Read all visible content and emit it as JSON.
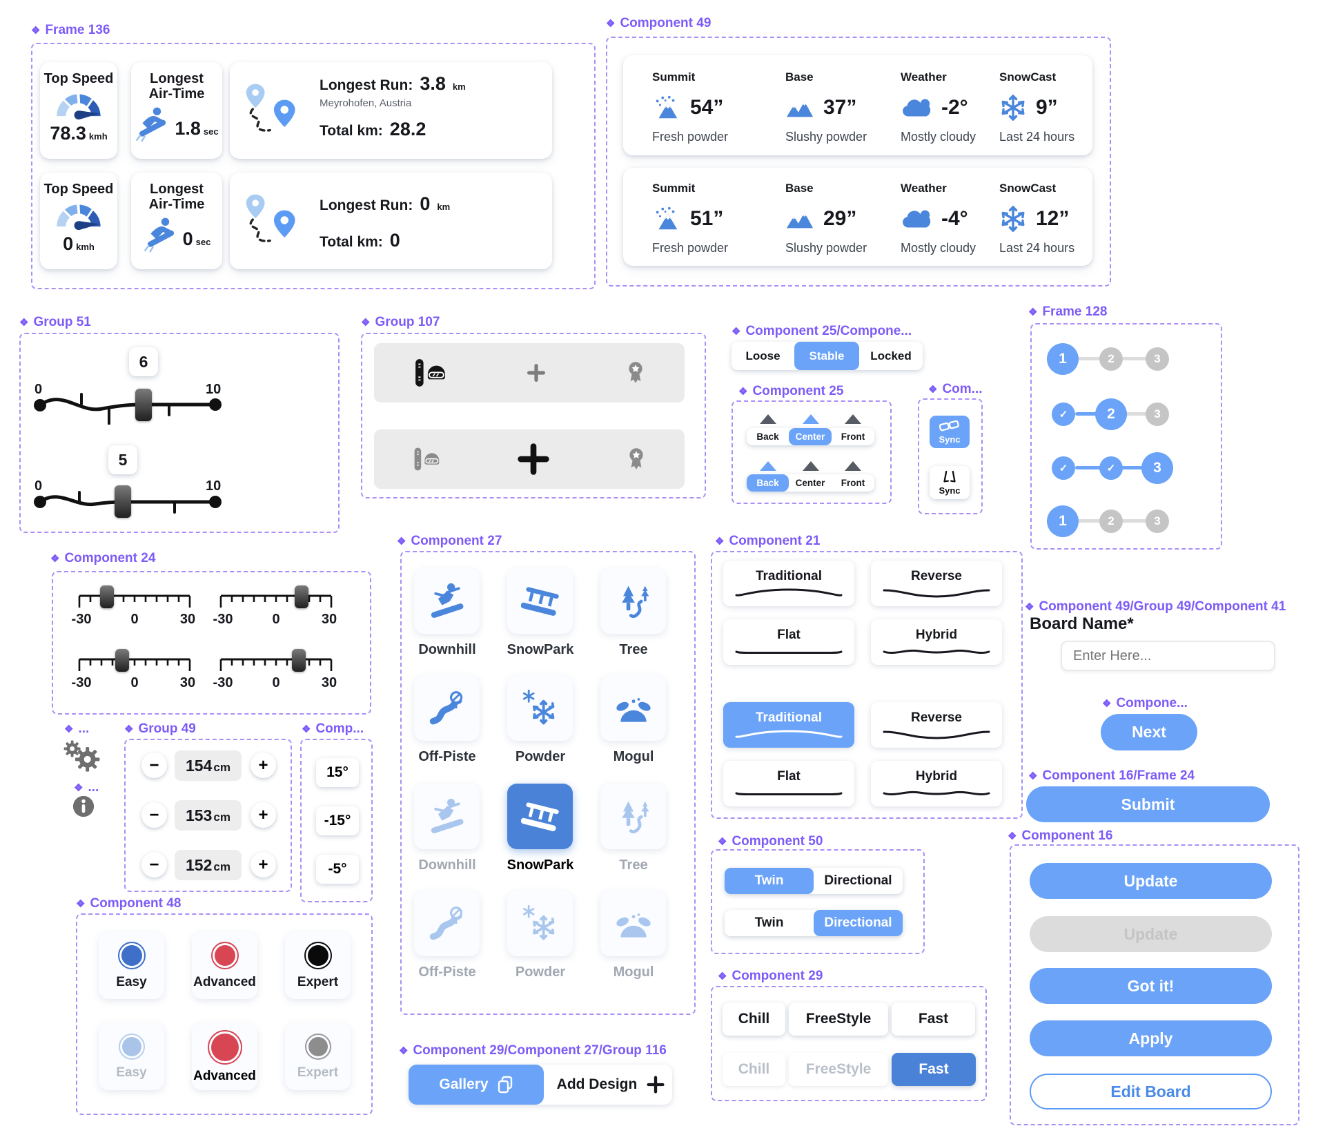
{
  "colors": {
    "primary_blue": "#6aa3f7",
    "dark_blue": "#4a82d8",
    "icon_blue": "#4a86db",
    "faded_blue": "#a9c6ee",
    "label_purple": "#7d5bf7",
    "red": "#d84653"
  },
  "sections": {
    "frame136": "Frame 136",
    "component49": "Component 49",
    "group51": "Group 51",
    "group107": "Group 107",
    "component25_compone": "Component 25/Compone...",
    "component25": "Component 25",
    "com": "Com...",
    "frame128": "Frame 128",
    "component24": "Component 24",
    "component27": "Component 27",
    "component21": "Component 21",
    "board_path": "Component 49/Group 49/Component 41",
    "compone": "Compone...",
    "component16_frame24": "Component 16/Frame 24",
    "component16": "Component 16",
    "ellipsis1": "...",
    "ellipsis2": "...",
    "group49": "Group 49",
    "comp": "Comp...",
    "component48": "Component 48",
    "component50": "Component 50",
    "component29": "Component 29",
    "gallery_path": "Component 29/Component 27/Group 116"
  },
  "stats": {
    "rows": [
      {
        "speed_title": "Top Speed",
        "speed_value": "78.3",
        "speed_unit": "kmh",
        "air_title": "Longest Air-Time",
        "air_value": "1.8",
        "air_unit": "sec",
        "run_label": "Longest Run:",
        "run_value": "3.8",
        "run_unit": "km",
        "run_location": "Meyrohofen, Austria",
        "total_label": "Total km:",
        "total_value": "28.2"
      },
      {
        "speed_title": "Top Speed",
        "speed_value": "0",
        "speed_unit": "kmh",
        "air_title": "Longest Air-Time",
        "air_value": "0",
        "air_unit": "sec",
        "run_label": "Longest Run:",
        "run_value": "0",
        "run_unit": "km",
        "total_label": "Total km:",
        "total_value": "0"
      }
    ]
  },
  "weather": {
    "rows": [
      {
        "summit": {
          "label": "Summit",
          "value": "54”",
          "caption": "Fresh powder"
        },
        "base": {
          "label": "Base",
          "value": "37”",
          "caption": "Slushy powder"
        },
        "weather": {
          "label": "Weather",
          "value": "-2°",
          "caption": "Mostly cloudy"
        },
        "snowcast": {
          "label": "SnowCast",
          "value": "9”",
          "caption": "Last 24 hours"
        }
      },
      {
        "summit": {
          "label": "Summit",
          "value": "51”",
          "caption": "Fresh powder"
        },
        "base": {
          "label": "Base",
          "value": "29”",
          "caption": "Slushy powder"
        },
        "weather": {
          "label": "Weather",
          "value": "-4°",
          "caption": "Mostly cloudy"
        },
        "snowcast": {
          "label": "SnowCast",
          "value": "12”",
          "caption": "Last 24 hours"
        }
      }
    ]
  },
  "group51": {
    "sliders": [
      {
        "value": "6",
        "min": "0",
        "max": "10"
      },
      {
        "value": "5",
        "min": "0",
        "max": "10"
      }
    ]
  },
  "loose_control": {
    "options": [
      "Loose",
      "Stable",
      "Locked"
    ]
  },
  "stance": {
    "rows": [
      {
        "options": [
          "Back",
          "Center",
          "Front"
        ]
      },
      {
        "options": [
          "Back",
          "Center",
          "Front"
        ]
      }
    ]
  },
  "sync": {
    "active_label": "Sync",
    "inactive_label": "Sync"
  },
  "frame128": {
    "rows": [
      [
        "1",
        "2",
        "3"
      ],
      [
        "✓",
        "2",
        "3"
      ],
      [
        "✓",
        "✓",
        "3"
      ],
      [
        "1",
        "2",
        "3"
      ]
    ]
  },
  "component24": {
    "sliders": [
      {
        "min": "-30",
        "mid": "0",
        "max": "30"
      },
      {
        "min": "-30",
        "mid": "0",
        "max": "30"
      },
      {
        "min": "-30",
        "mid": "0",
        "max": "30"
      },
      {
        "min": "-30",
        "mid": "0",
        "max": "30"
      }
    ]
  },
  "component27": {
    "rows": [
      {
        "items": [
          {
            "label": "Downhill"
          },
          {
            "label": "SnowPark"
          },
          {
            "label": "Tree"
          }
        ]
      },
      {
        "items": [
          {
            "label": "Off-Piste"
          },
          {
            "label": "Powder"
          },
          {
            "label": "Mogul"
          }
        ]
      },
      {
        "items": [
          {
            "label": "Downhill"
          },
          {
            "label": "SnowPark"
          },
          {
            "label": "Tree"
          }
        ]
      },
      {
        "items": [
          {
            "label": "Off-Piste"
          },
          {
            "label": "Powder"
          },
          {
            "label": "Mogul"
          }
        ]
      }
    ]
  },
  "component21": {
    "cards": [
      {
        "label": "Traditional"
      },
      {
        "label": "Reverse"
      },
      {
        "label": "Flat"
      },
      {
        "label": "Hybrid"
      },
      {
        "label": "Traditional"
      },
      {
        "label": "Reverse"
      },
      {
        "label": "Flat"
      },
      {
        "label": "Hybrid"
      }
    ]
  },
  "board_form": {
    "title": "Board Name*",
    "placeholder": "Enter Here...",
    "next": "Next",
    "submit": "Submit"
  },
  "component16": {
    "update": "Update",
    "update_disabled": "Update",
    "got_it": "Got it!",
    "apply": "Apply",
    "edit_board": "Edit Board"
  },
  "group49": {
    "minus": "−",
    "plus": "+",
    "rows": [
      {
        "value": "154",
        "unit": "cm"
      },
      {
        "value": "153",
        "unit": "cm"
      },
      {
        "value": "152",
        "unit": "cm"
      }
    ]
  },
  "angles": {
    "items": [
      "15°",
      "-15°",
      "-5°"
    ]
  },
  "component48": {
    "rows": [
      {
        "items": [
          {
            "label": "Easy"
          },
          {
            "label": "Advanced"
          },
          {
            "label": "Expert"
          }
        ]
      },
      {
        "items": [
          {
            "label": "Easy"
          },
          {
            "label": "Advanced"
          },
          {
            "label": "Expert"
          }
        ]
      }
    ]
  },
  "component50": {
    "toggles": [
      {
        "left": "Twin",
        "right": "Directional"
      },
      {
        "left": "Twin",
        "right": "Directional"
      }
    ]
  },
  "component29": {
    "rows": [
      {
        "options": [
          "Chill",
          "FreeStyle",
          "Fast"
        ]
      },
      {
        "options": [
          "Chill",
          "FreeStyle",
          "Fast"
        ]
      }
    ]
  },
  "gallery": {
    "gallery": "Gallery",
    "add_design": "Add Design"
  }
}
